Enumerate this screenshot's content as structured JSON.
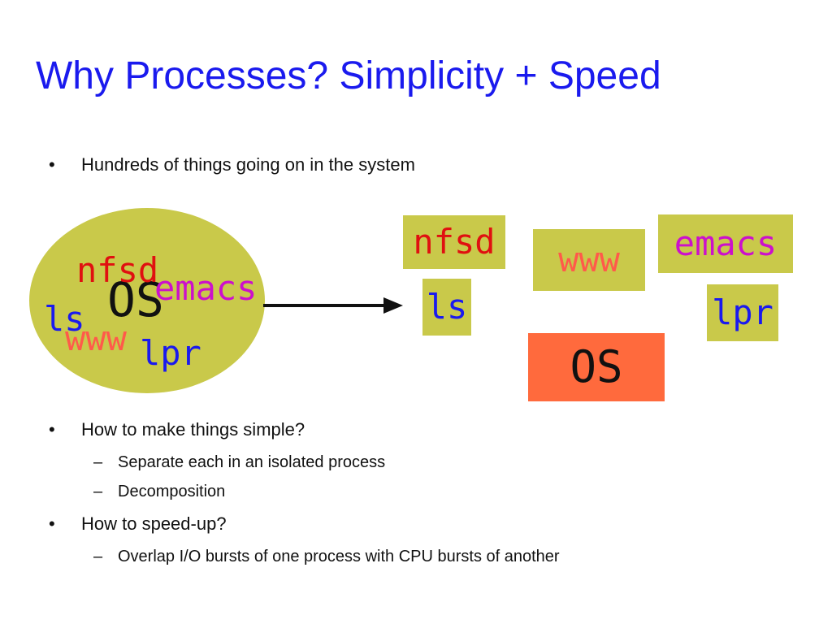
{
  "title": "Why Processes? Simplicity + Speed",
  "bullet_mark": "•",
  "dash_mark": "–",
  "bullets": {
    "b1": "Hundreds of things going on in the system",
    "b2": "How to make things simple?",
    "b2_sub1": "Separate each in an isolated process",
    "b2_sub2": "Decomposition",
    "b3": "How to speed-up?",
    "b3_sub1": "Overlap I/O bursts of one process with CPU bursts of another"
  },
  "blob_labels": {
    "os": "OS",
    "nfsd": "nfsd",
    "emacs": "emacs",
    "ls": "ls",
    "www": "www",
    "lpr": "lpr"
  },
  "boxes": {
    "nfsd": "nfsd",
    "www": "www",
    "emacs": "emacs",
    "ls": "ls",
    "lpr": "lpr",
    "os": "OS"
  },
  "colors": {
    "title": "#1a1aee",
    "blob": "#c9c94a",
    "box": "#c9c94a",
    "os_box": "#ff6a3d",
    "nfsd": "#e01010",
    "emacs": "#cc10cc",
    "ls": "#1a1aee",
    "www": "#ff5a4a",
    "lpr": "#1a1aee",
    "os_text": "#111111"
  },
  "icons": {
    "arrow": "right-arrow-icon"
  }
}
